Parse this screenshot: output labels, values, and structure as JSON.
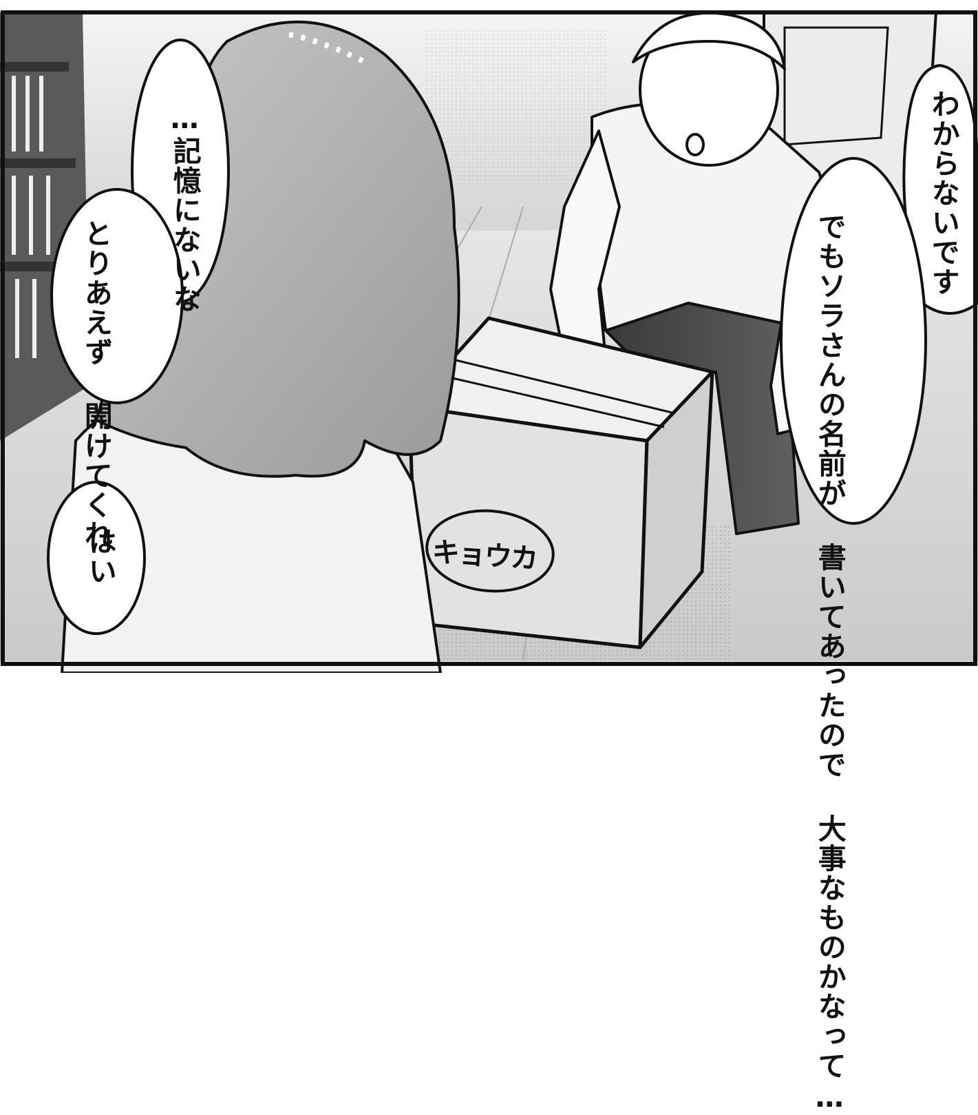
{
  "scene": "manga-panel",
  "colors": {
    "ink": "#111111",
    "paper": "#ffffff",
    "hair": "#b4b4b4",
    "box": "#e2e2e2",
    "floor": "#dedede",
    "pants": "#4a4a4a"
  },
  "bubbles": {
    "b1": {
      "lines": [
        "…記憶にないな"
      ]
    },
    "b2": {
      "lines": [
        "とりあえず",
        "開けてくれ"
      ]
    },
    "b3": {
      "lines": [
        "はい"
      ]
    },
    "b4": {
      "lines": [
        "わからないです"
      ]
    },
    "b5": {
      "lines": [
        "でもソラさんの名前が",
        "書いてあったので",
        "大事なものかなって…"
      ]
    }
  },
  "box_label": "キョウカ"
}
